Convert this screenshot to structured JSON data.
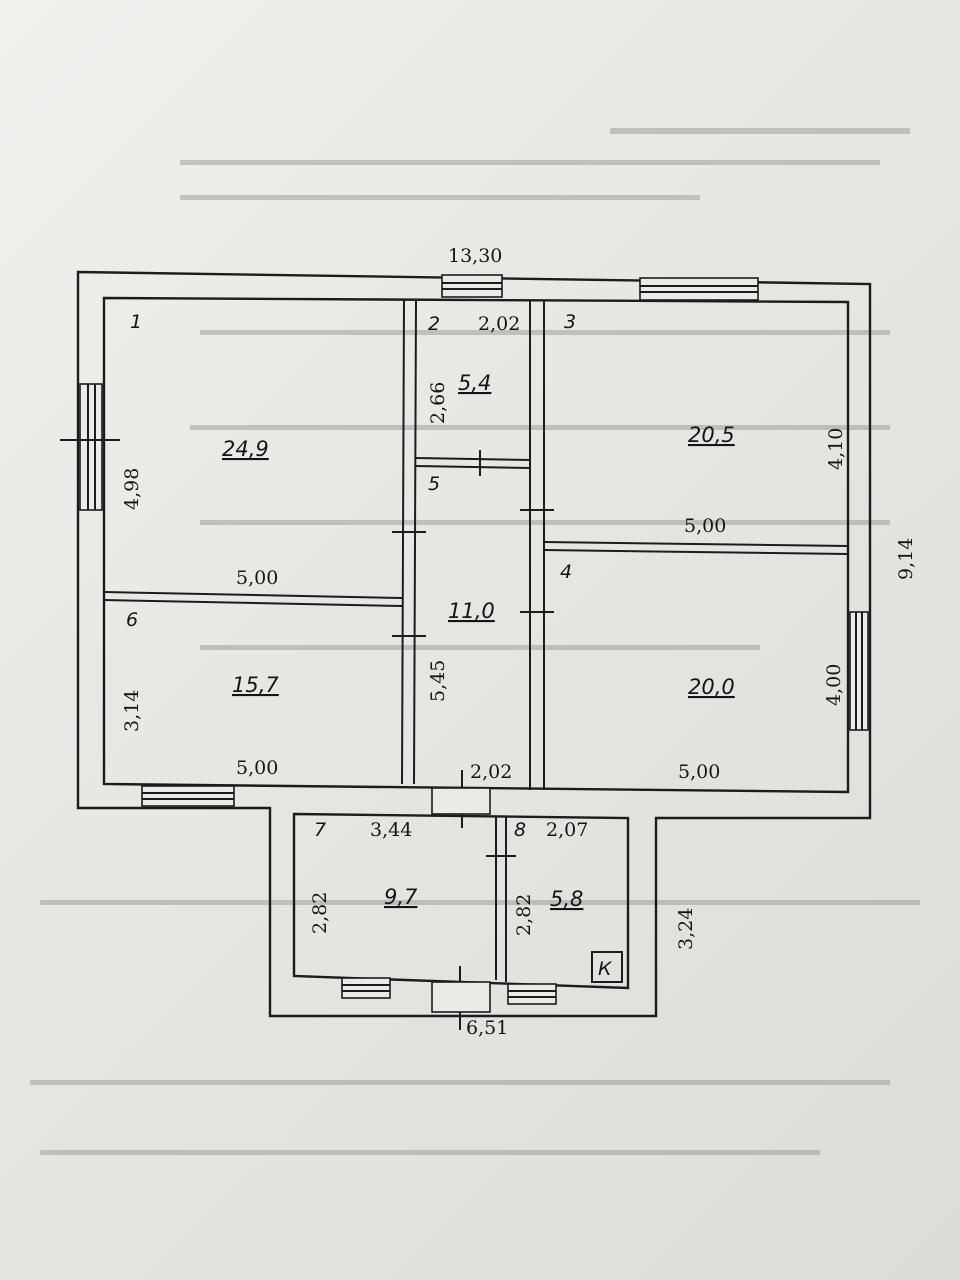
{
  "rooms": [
    {
      "id": "1",
      "area": "24,9",
      "length": "5,00",
      "width": "4,98"
    },
    {
      "id": "2",
      "area": "5,4",
      "length": "2,02",
      "width": "2,66"
    },
    {
      "id": "3",
      "area": "20,5",
      "length": "5,00",
      "width": "4,10"
    },
    {
      "id": "4",
      "area": "20,0",
      "length": "5,00",
      "width": "4,00"
    },
    {
      "id": "5",
      "area": "11,0",
      "length": "2,02",
      "width": "5,45"
    },
    {
      "id": "6",
      "area": "15,7",
      "length": "5,00",
      "width": "3,14"
    },
    {
      "id": "7",
      "area": "9,7",
      "length": "3,44",
      "width": "2,82"
    },
    {
      "id": "8",
      "area": "5,8",
      "length": "2,07",
      "width": "2,82"
    }
  ],
  "overall": {
    "width": "13,30",
    "depth": "9,14",
    "annex_width": "6,51",
    "annex_depth": "3,24"
  },
  "stove_mark": "К",
  "colors": {
    "paper": "#ebeae6",
    "ink": "#1c1c1c"
  }
}
